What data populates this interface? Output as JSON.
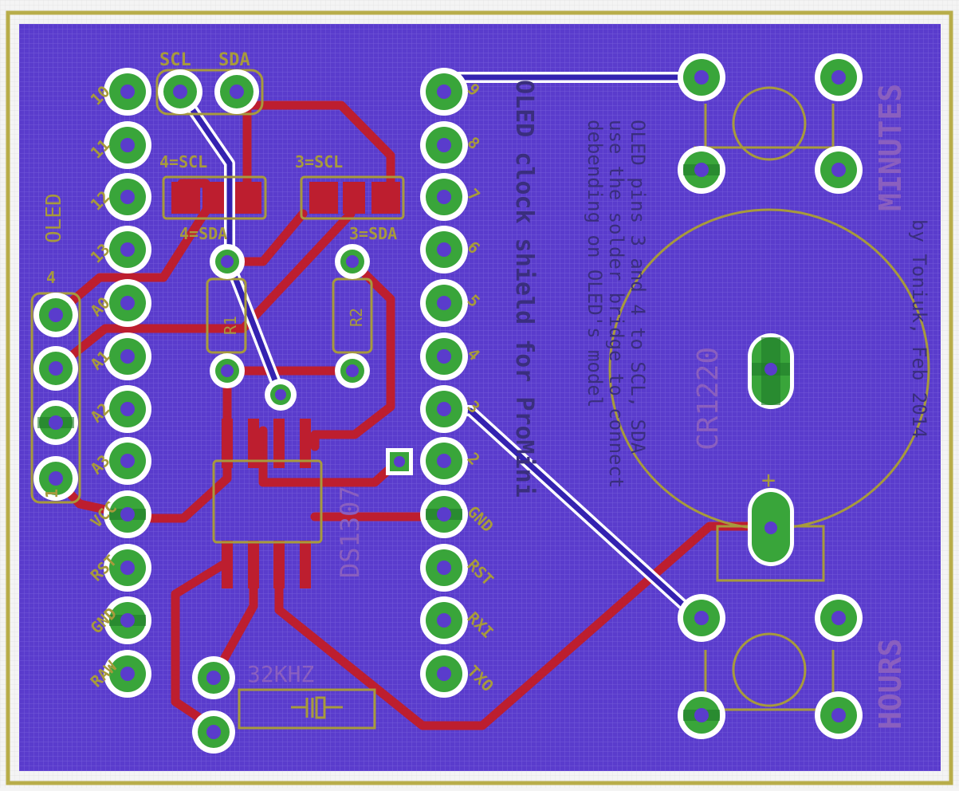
{
  "colors": {
    "board": "#5a3ccc",
    "grid": "#6f56d6",
    "outline": "#b8ad4a",
    "silk": "#a79a3c",
    "silk_dark": "#5c5630",
    "top_trace": "#bd1e2f",
    "bottom_trace": "#3422b0",
    "pad": "#39a53a",
    "pad_ring": "#ffffff",
    "pad_hole": "#5a3ccc"
  },
  "left_header": {
    "label": "OLED",
    "pins": [
      "10",
      "11",
      "12",
      "13",
      "A0",
      "A1",
      "A2",
      "A3",
      "VCC",
      "RST",
      "GND",
      "RAW"
    ],
    "top_left_pin": "SCL",
    "top_right_pin": "SDA"
  },
  "right_header": {
    "pins": [
      "9",
      "8",
      "7",
      "6",
      "5",
      "4",
      "3",
      "2",
      "GND",
      "RST",
      "RXI",
      "TXO"
    ]
  },
  "oled_connector": {
    "label": "1",
    "marker": "4"
  },
  "solder_jumpers": [
    {
      "top_label": "4=SCL",
      "bottom_label": "4=SDA"
    },
    {
      "top_label": "3=SCL",
      "bottom_label": "3=SDA"
    }
  ],
  "components": {
    "rtc_chip": "DS1307",
    "crystal": "32KHZ",
    "battery": "CR1220",
    "resistor_1": "R1",
    "resistor_2": "R2",
    "battery_plus": "+"
  },
  "buttons": {
    "top": "MINUTES",
    "bottom": "HOURS"
  },
  "mirrored_text": {
    "title": "OLED clock shield for ProMini",
    "note_line1": "debending on OLED's model",
    "note_line2": "use the solder bridge to connect",
    "note_line3": "OLED pins 3 and 4 to SCL, SDA",
    "credit": "by Toniuk, Feb 2014"
  }
}
